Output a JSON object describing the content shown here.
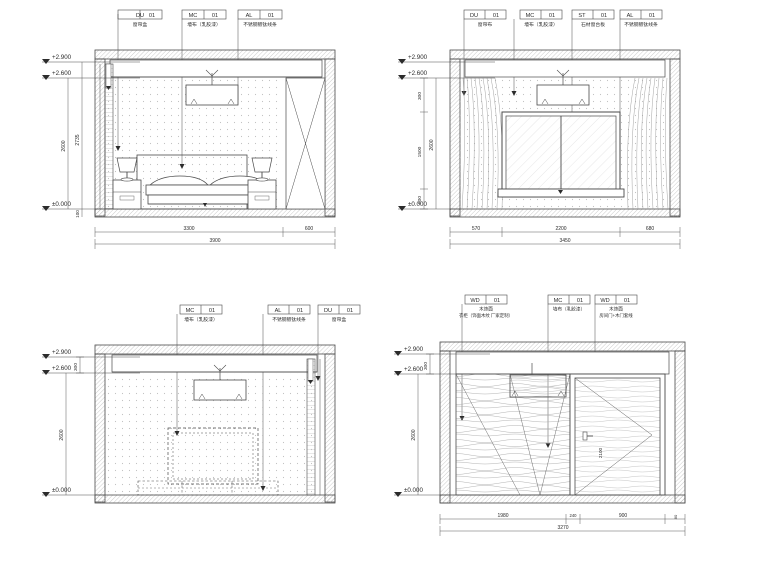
{
  "sheet": {
    "title": "Bedroom Interior Elevations",
    "background": "#ffffff",
    "line_color": "#4a4a4a",
    "hatch_color": "#b9b9b9",
    "fill_wall": "#fdfdfd",
    "fill_slab": "#d6d6d6",
    "text_color": "#2b2b2b"
  },
  "elevations": [
    {
      "id": "elev-a",
      "name": "bed-wall-elevation",
      "levels": [
        {
          "label": "+2.900",
          "kind": "ceiling"
        },
        {
          "label": "+2.600",
          "kind": "cove"
        },
        {
          "label": "±0.000",
          "kind": "floor"
        }
      ],
      "vertical_dims": [
        "2600",
        "2735",
        "100"
      ],
      "horizontal_dims": {
        "chain": [
          "3300",
          "600"
        ],
        "total": "3900"
      },
      "tags": [
        {
          "code": "DU",
          "num": "01",
          "desc": "窗帘盒"
        },
        {
          "code": "MC",
          "num": "01",
          "desc": "墙布（乳胶漆）"
        },
        {
          "code": "AL",
          "num": "01",
          "desc": "不锈钢镀钛线条"
        }
      ],
      "furniture": [
        "headboard",
        "mattress",
        "pillow-left",
        "pillow-right",
        "nightstand-left",
        "nightstand-right",
        "table-lamp-left",
        "table-lamp-right",
        "pendant-light",
        "ceiling-cove",
        "door-panel-x"
      ]
    },
    {
      "id": "elev-b",
      "name": "window-wall-elevation",
      "levels": [
        {
          "label": "+2.900",
          "kind": "ceiling"
        },
        {
          "label": "+2.600",
          "kind": "cove"
        },
        {
          "label": "±0.000",
          "kind": "floor"
        }
      ],
      "vertical_dims": [
        "300",
        "1500",
        "500",
        "2600"
      ],
      "horizontal_dims": {
        "chain": [
          "570",
          "2200",
          "680"
        ],
        "total": "3450"
      },
      "tags": [
        {
          "code": "DU",
          "num": "01",
          "desc": "窗帘布"
        },
        {
          "code": "MC",
          "num": "01",
          "desc": "墙布（乳胶漆）"
        },
        {
          "code": "ST",
          "num": "01",
          "desc": "石材窗台板"
        },
        {
          "code": "AL",
          "num": "01",
          "desc": "不锈钢镀钛线条"
        }
      ],
      "furniture": [
        "curtain-left",
        "curtain-right",
        "window-frame",
        "window-pane-left",
        "window-pane-right",
        "window-sill",
        "pendant-light",
        "ceiling-cove"
      ]
    },
    {
      "id": "elev-c",
      "name": "tv-wall-elevation",
      "levels": [
        {
          "label": "+2.900",
          "kind": "ceiling"
        },
        {
          "label": "+2.600",
          "kind": "cove"
        },
        {
          "label": "±0.000",
          "kind": "floor"
        }
      ],
      "vertical_dims": [
        "300",
        "2600"
      ],
      "horizontal_dims": {
        "chain": [],
        "total": ""
      },
      "tags": [
        {
          "code": "MC",
          "num": "01",
          "desc": "墙布（乳胶漆）"
        },
        {
          "code": "AL",
          "num": "01",
          "desc": "不锈钢镀钛线条"
        },
        {
          "code": "DU",
          "num": "01",
          "desc": "窗帘盒"
        }
      ],
      "furniture": [
        "ceiling-cove",
        "pendant-light",
        "tv-dashed-outline",
        "cabinet-dashed-outline",
        "curtain-strip"
      ]
    },
    {
      "id": "elev-d",
      "name": "wardrobe-door-wall-elevation",
      "levels": [
        {
          "label": "+2.900",
          "kind": "ceiling"
        },
        {
          "label": "+2.600",
          "kind": "cove"
        },
        {
          "label": "±0.000",
          "kind": "floor"
        }
      ],
      "vertical_dims": [
        "300",
        "2600"
      ],
      "horizontal_dims": {
        "chain": [
          "1980",
          "240",
          "60",
          "900",
          "80"
        ],
        "total": "3270"
      },
      "tags": [
        {
          "code": "WD",
          "num": "01",
          "desc": "木饰面",
          "desc2": "衣柜（饰面木纹 厂家定制）"
        },
        {
          "code": "MC",
          "num": "01",
          "desc": "墙布（乳胶漆）"
        },
        {
          "code": "WD",
          "num": "01",
          "desc": "木饰面",
          "desc2": "房间门+木门套线"
        }
      ],
      "door_label": "2100",
      "furniture": [
        "wardrobe-panel-left",
        "wardrobe-panel-mid",
        "transom-panel",
        "door-leaf",
        "door-handle",
        "door-swing-lines",
        "ceiling-cove"
      ]
    }
  ]
}
